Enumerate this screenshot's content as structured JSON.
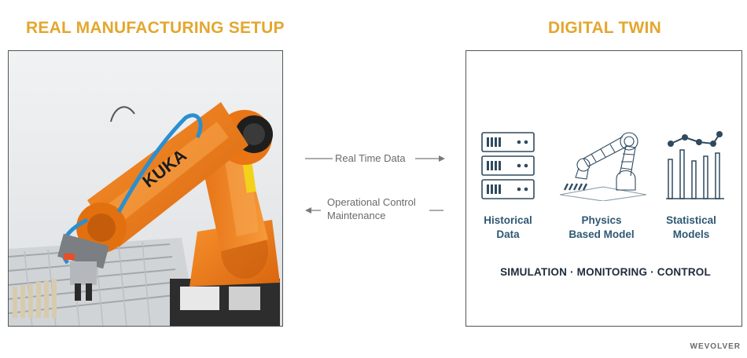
{
  "left_title": "REAL MANUFACTURING SETUP",
  "right_title": "DIGITAL TWIN",
  "robot_logo": "KUKA",
  "flow_top": "Real Time Data",
  "flow_bottom": {
    "line1": "Operational Control",
    "line2": "Maintenance"
  },
  "twin_items": [
    {
      "icon": "server-stack-icon",
      "line1": "Historical",
      "line2": "Data"
    },
    {
      "icon": "robot-arm-wireframe-icon",
      "line1": "Physics",
      "line2": "Based Model"
    },
    {
      "icon": "bar-line-chart-icon",
      "line1": "Statistical",
      "line2": "Models"
    }
  ],
  "modes": [
    "SIMULATION",
    "MONITORING",
    "CONTROL"
  ],
  "brand": "WEVOLVER",
  "colors": {
    "title": "#e3a72f",
    "label": "#2f5873",
    "robot": "#ef7d1a",
    "icon": "#2f4a5f"
  }
}
